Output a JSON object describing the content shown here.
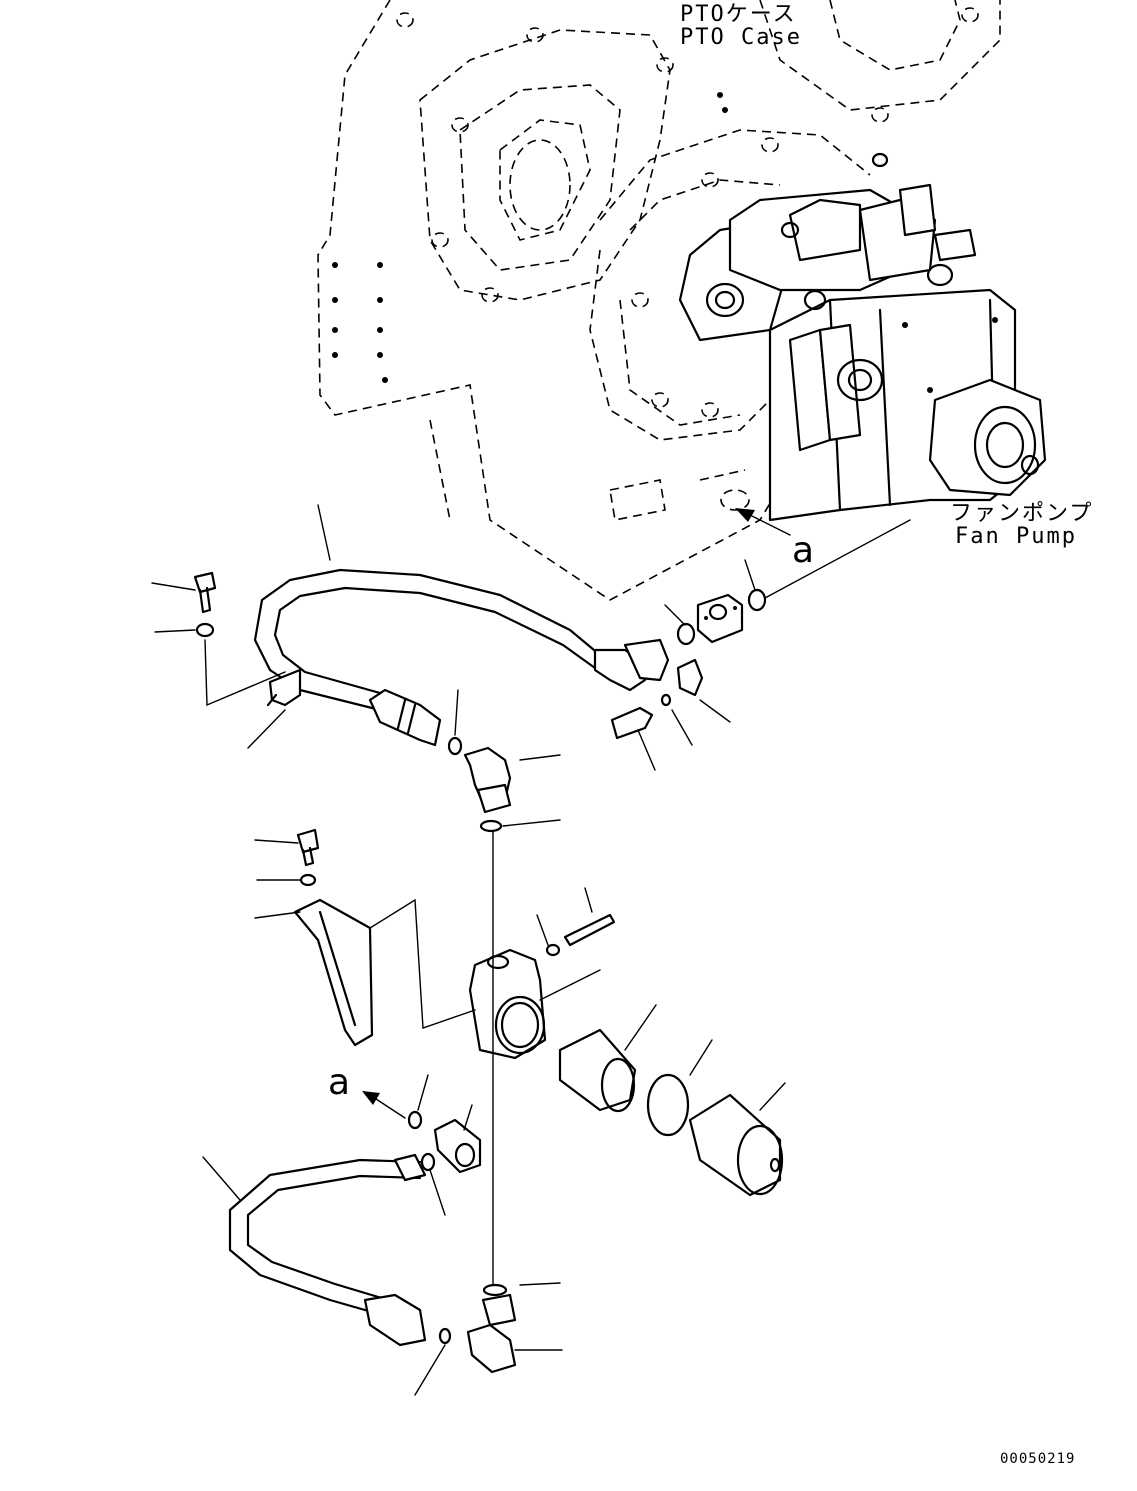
{
  "labels": {
    "pto_case_jp": "PTOケース",
    "pto_case_en": "PTO Case",
    "fan_pump_jp": "ファンポンプ",
    "fan_pump_en": "Fan Pump",
    "connection_mark_top": "a",
    "connection_mark_bottom": "a"
  },
  "drawing_number": "00050219"
}
